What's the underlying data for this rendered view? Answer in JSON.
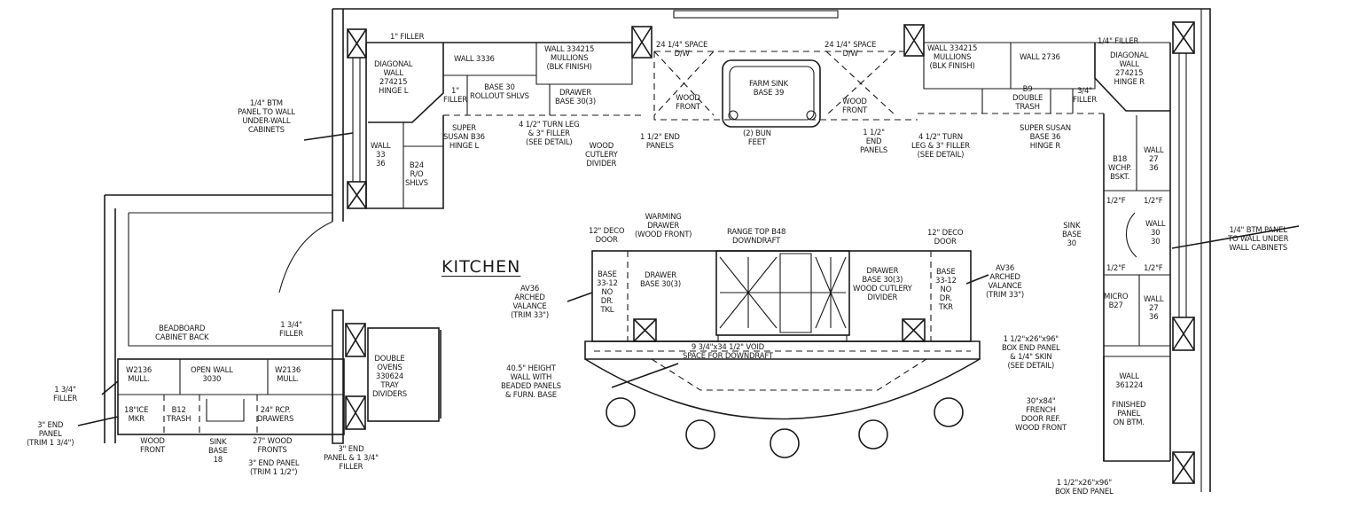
{
  "title": "KITCHEN",
  "labels": [
    "1\" FILLER",
    "DIAGONAL\nWALL\n274215\nHINGE L",
    "WALL 3336",
    "WALL 334215\nMULLIONS\n(BLK FINISH)",
    "1\"\nFILLER",
    "BASE 30\nROLLOUT SHLVS",
    "DRAWER\nBASE 30(3)",
    "1/4\" BTM\nPANEL TO WALL\nUNDER-WALL\nCABINETS",
    "SUPER\nSUSAN B36\nHINGE L",
    "4 1/2\" TURN LEG\n& 3\" FILLER\n(SEE DETAIL)",
    "WOOD\nCUTLERY\nDIVIDER",
    "WALL\n33\n36",
    "B24\nR/O\nSHLVS",
    "24 1/4\" SPACE\nD/W",
    "WOOD\nFRONT",
    "1 1/2\" END\nPANELS",
    "FARM SINK\nBASE 39",
    "(2) BUN\nFEET",
    "24 1/4\" SPACE\nD/W",
    "WOOD\nFRONT",
    "1 1/2\"\nEND\nPANELS",
    "4 1/2\" TURN\nLEG & 3\" FILLER\n(SEE DETAIL)",
    "WALL 334215\nMULLIONS\n(BLK FINISH)",
    "WALL 2736",
    "B9\nDOUBLE\nTRASH",
    "3/4\"\nFILLER",
    "1/4\" FILLER",
    "DIAGONAL\nWALL\n274215\nHINGE R",
    "SUPER SUSAN\nBASE 36\nHINGE R",
    "B18\nWCHP.\nBSKT.",
    "WALL\n27\n36",
    "1/2\"F",
    "1/2\"F",
    "SINK\nBASE\n30",
    "WALL\n30\n30",
    "1/2\"F",
    "1/2\"F",
    "MICRO\nB27",
    "WALL\n27\n36",
    "1/4\" BTM PANEL\nTO WALL UNDER\nWALL CABINETS",
    "1 1/2\"x26\"x96\"\nBOX END PANEL\n& 1/4\" SKIN\n(SEE DETAIL)",
    "WALL\n361224",
    "FINISHED\nPANEL\nON BTM.",
    "30\"x84\"\nFRENCH\nDOOR REF.\nWOOD FRONT",
    "1 1/2\"x26\"x96\"\nBOX END PANEL",
    "KITCHEN",
    "12\" DECO\nDOOR",
    "WARMING\nDRAWER\n(WOOD FRONT)",
    "RANGE TOP B48\nDOWNDRAFT",
    "12\" DECO\nDOOR",
    "BASE\n33-12\nNO\nDR.\nTKL",
    "DRAWER\nBASE 30(3)",
    "DRAWER\nBASE 30(3)\nWOOD CUTLERY\nDIVIDER",
    "BASE\n33-12\nNO\nDR.\nTKR",
    "AV36\nARCHED\nVALANCE\n(TRIM 33\")",
    "AV36\nARCHED\nVALANCE\n(TRIM 33\")",
    "9 3/4\"x34 1/2\" VOID\nSPACE FOR DOWNDRAFT",
    "40.5\" HEIGHT\nWALL WITH\nBEADED PANELS\n& FURN. BASE",
    "BEADBOARD\nCABINET BACK",
    "1 3/4\"\nFILLER",
    "W2136\nMULL.",
    "OPEN WALL\n3030",
    "W2136\nMULL.",
    "1 3/4\"\nFILLER",
    "18\"ICE\nMKR",
    "B12\nTRASH",
    "24\" RCP.\nDRAWERS",
    "3\" END\nPANEL\n(TRIM 1 3/4\")",
    "WOOD\nFRONT",
    "SINK\nBASE\n18",
    "27\" WOOD\nFRONTS",
    "3\" END PANEL\n(TRIM 1 1/2\")",
    "3\" END\nPANEL & 1 3/4\"\nFILLER",
    "DOUBLE\nOVENS\n330624\nTRAY\nDIVIDERS"
  ]
}
